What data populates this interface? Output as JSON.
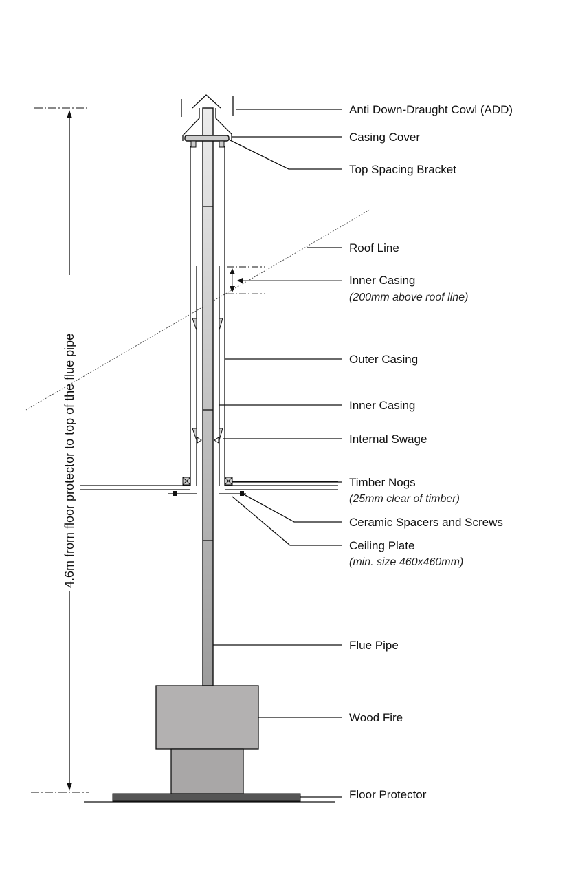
{
  "dimension": {
    "label": "4.6m from floor protector to top of the flue pipe"
  },
  "labels": [
    {
      "id": "cowl",
      "text": "Anti Down-Draught Cowl (ADD)"
    },
    {
      "id": "cover",
      "text": "Casing Cover"
    },
    {
      "id": "bracket",
      "text": "Top Spacing Bracket"
    },
    {
      "id": "roof",
      "text": "Roof Line"
    },
    {
      "id": "inner-top",
      "text": "Inner Casing",
      "note": "(200mm above roof line)"
    },
    {
      "id": "outer",
      "text": "Outer Casing"
    },
    {
      "id": "inner",
      "text": "Inner Casing"
    },
    {
      "id": "swage",
      "text": "Internal Swage"
    },
    {
      "id": "nogs",
      "text": "Timber Nogs",
      "note": "(25mm clear of timber)"
    },
    {
      "id": "spacers",
      "text": "Ceramic Spacers and Screws"
    },
    {
      "id": "plate",
      "text": "Ceiling Plate",
      "note": "(min. size 460x460mm)"
    },
    {
      "id": "flue",
      "text": "Flue Pipe"
    },
    {
      "id": "fire",
      "text": "Wood Fire"
    },
    {
      "id": "floor",
      "text": "Floor Protector"
    }
  ],
  "colors": {
    "fire": "#b3b1b1",
    "base": "#a9a7a7",
    "floor_protector": "#555555"
  }
}
